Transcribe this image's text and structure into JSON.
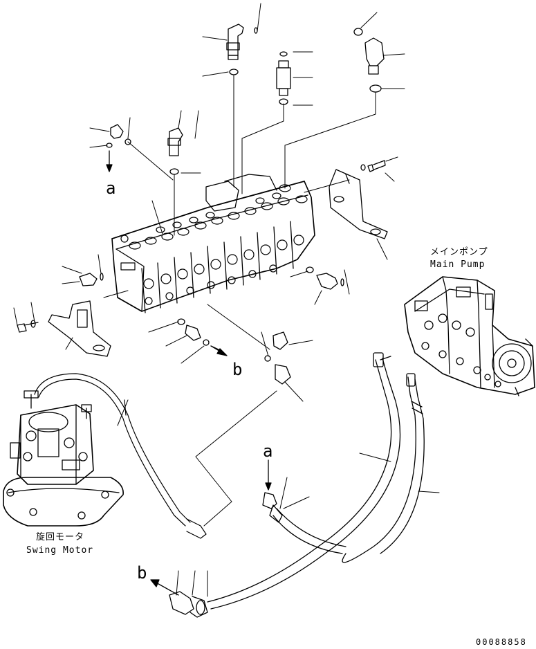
{
  "labels": {
    "ref_a_top": "a",
    "ref_a_bottom": "a",
    "ref_b_middle": "b",
    "ref_b_bottom": "b",
    "main_pump_jp": "メインポンプ",
    "main_pump_en": "Main Pump",
    "swing_motor_jp": "旋回モータ",
    "swing_motor_en": "Swing Motor",
    "drawing_number": "00088858"
  }
}
